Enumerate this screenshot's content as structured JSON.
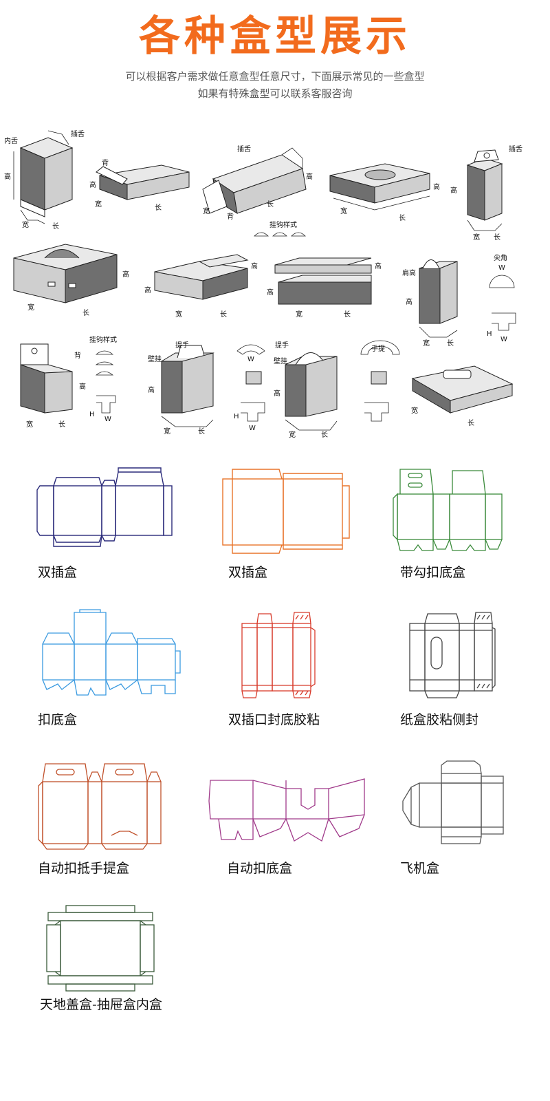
{
  "header": {
    "title": "各种盒型展示",
    "subtitle_line1": "可以根据客户需求做任意盒型任意尺寸，下面展示常见的一些盒型",
    "subtitle_line2": "如果有特殊盒型可以联系客服咨询"
  },
  "colors": {
    "title": "#f26b1d",
    "dieline_1": "#2a2a7a",
    "dieline_2": "#e8742a",
    "dieline_3": "#3a8a3a",
    "dieline_4": "#3a9ae0",
    "dieline_5": "#d83a2a",
    "dieline_6": "#444444",
    "dieline_7": "#c0502a",
    "dieline_8": "#a03a8a",
    "dieline_9": "#555555",
    "dieline_10": "#3a5a3a"
  },
  "diagram_labels": {
    "inner_tongue": "内舌",
    "tongue": "插舌",
    "back": "背",
    "height": "高",
    "width": "宽",
    "length": "长",
    "hook_style": "挂钩样式",
    "handle": "提手",
    "wall_hang": "壁挂",
    "shoulder_height": "肩高",
    "sharp_corner": "尖角",
    "handle_width": "手提",
    "w": "W",
    "h": "H"
  },
  "box_types": [
    {
      "name": "双插盒"
    },
    {
      "name": "双插盒"
    },
    {
      "name": "带勾扣底盒"
    },
    {
      "name": "扣底盒"
    },
    {
      "name": "双插口封底胶粘"
    },
    {
      "name": "纸盒胶粘侧封"
    },
    {
      "name": "自动扣抵手提盒"
    },
    {
      "name": "自动扣底盒"
    },
    {
      "name": "飞机盒"
    },
    {
      "name": "天地盖盒-抽屉盒内盒"
    }
  ]
}
